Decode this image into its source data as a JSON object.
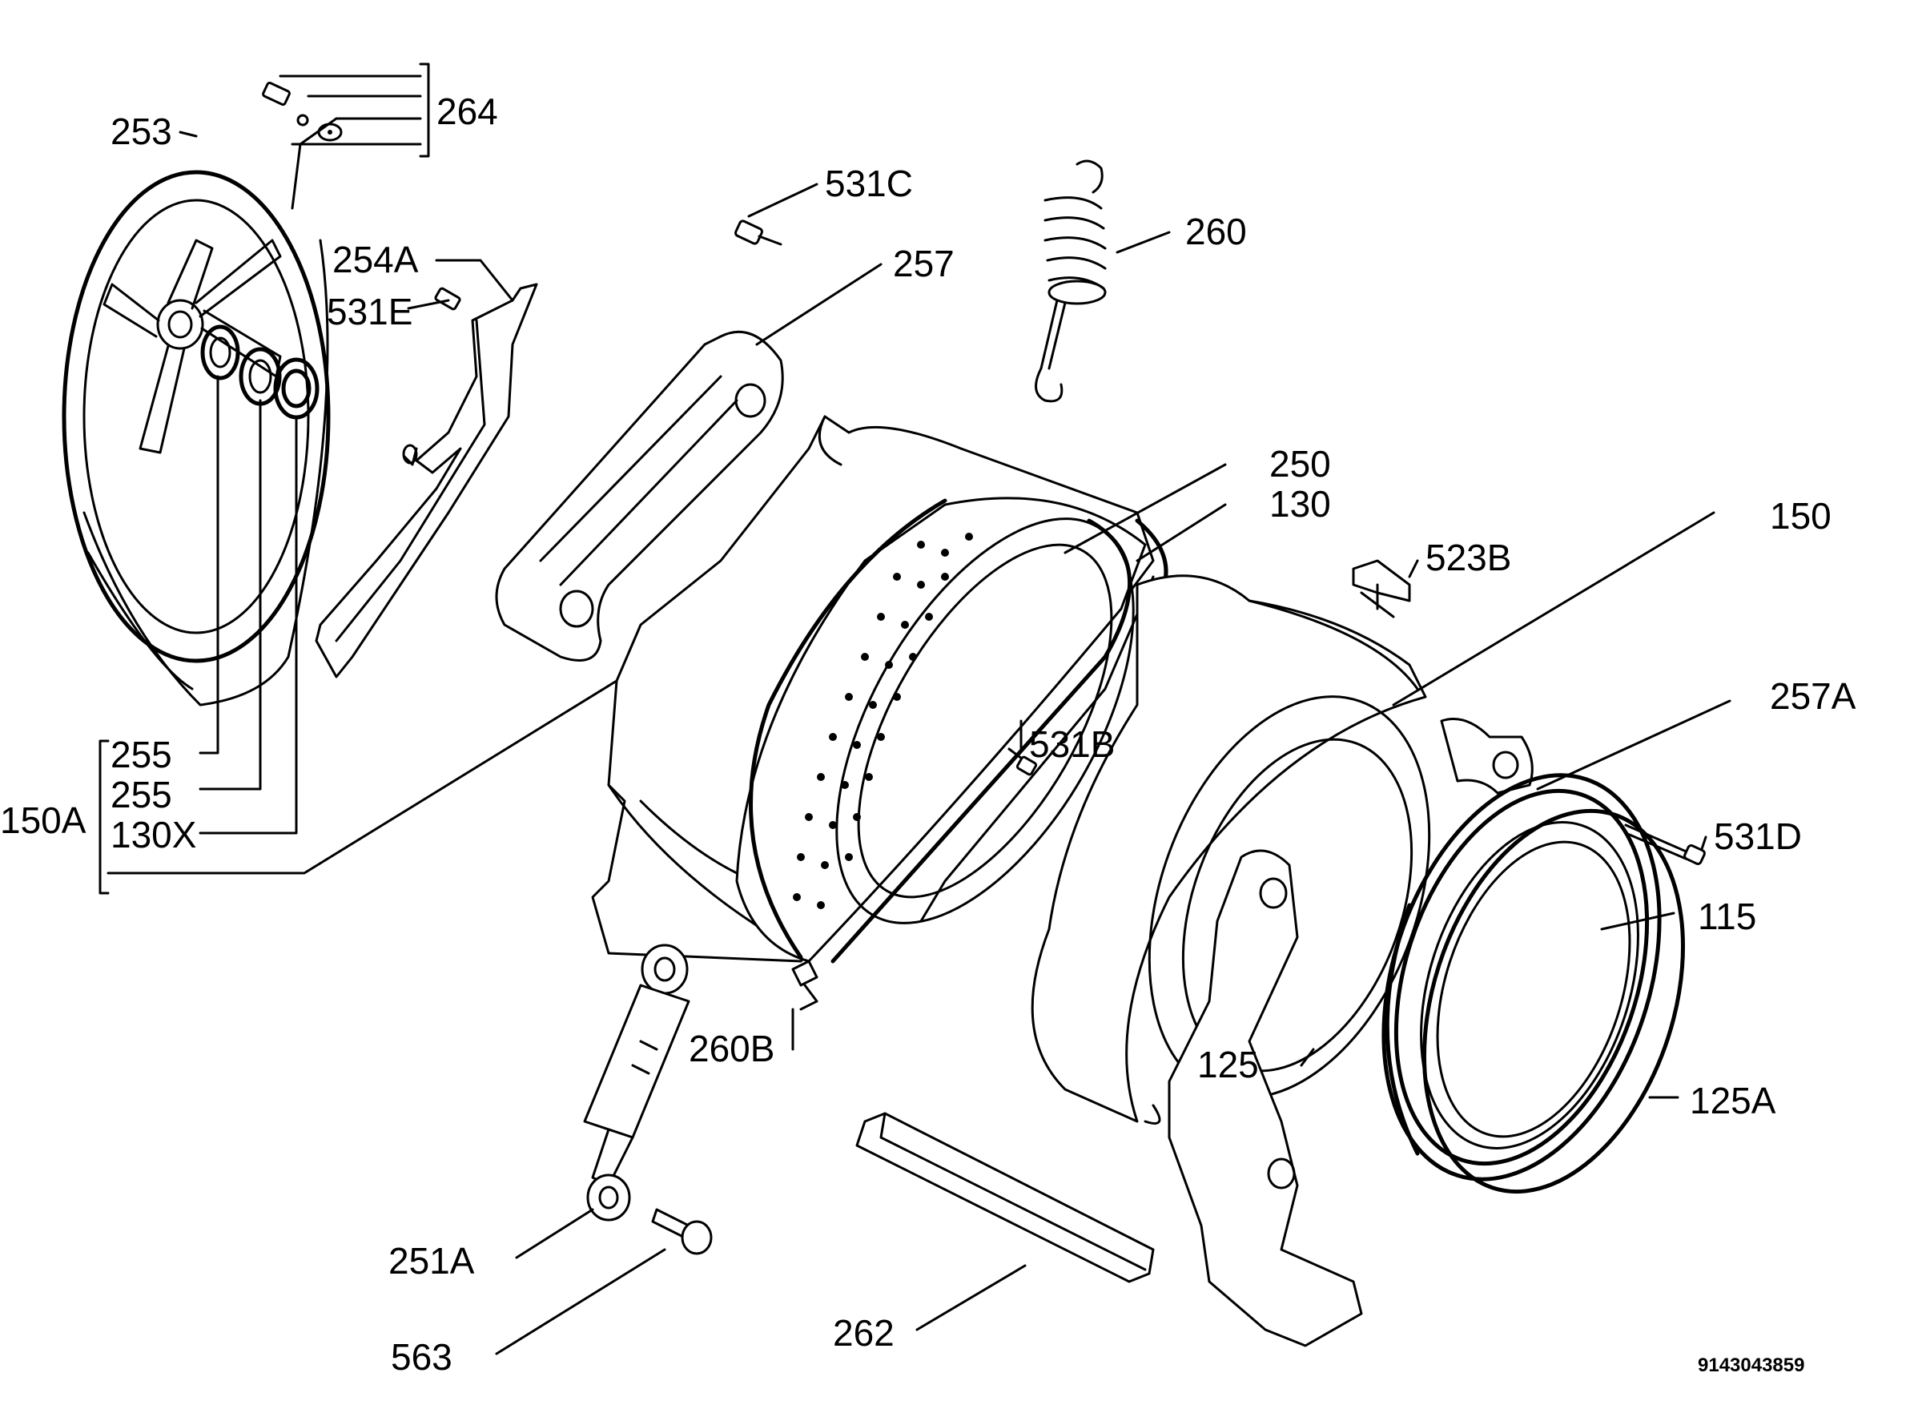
{
  "labels": {
    "p264": "264",
    "p253": "253",
    "p531c": "531C",
    "p260": "260",
    "p254a": "254A",
    "p531e": "531E",
    "p257": "257",
    "p250": "250",
    "p130": "130",
    "p150": "150",
    "p523b": "523B",
    "p257a": "257A",
    "p531b": "531B",
    "p531d": "531D",
    "p115": "115",
    "p255a": "255",
    "p255b": "255",
    "p130x": "130X",
    "p150a": "150A",
    "p260b": "260B",
    "p125": "125",
    "p125a": "125A",
    "p251a": "251A",
    "p563": "563",
    "p262": "262"
  },
  "diagram_code": "9143043859"
}
